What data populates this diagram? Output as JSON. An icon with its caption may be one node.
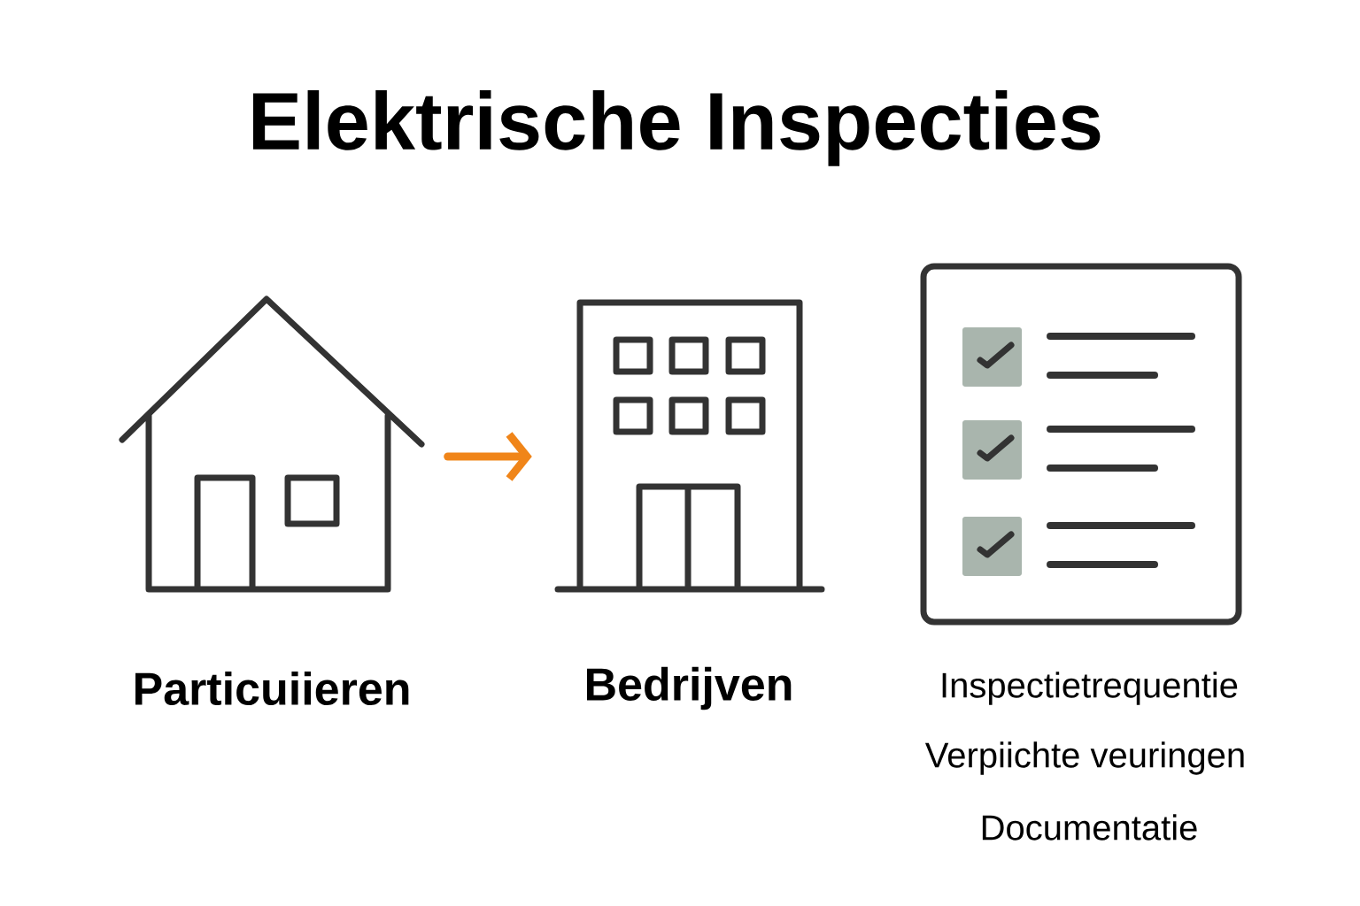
{
  "diagram": {
    "title": "Elektrische Inspecties",
    "nodes": [
      {
        "text": [
          "Particuiieren"
        ]
      },
      {
        "text": [
          "Bedrijven"
        ]
      },
      {
        "text": [],
        "shape": "picture",
        "beside": [
          "Inspectietrequentie",
          "Verpiichte veuringen",
          "Documentatie"
        ]
      }
    ],
    "edges": [
      {
        "from": 0,
        "to": 1,
        "arrow": "to",
        "color": "#f08519"
      }
    ]
  }
}
